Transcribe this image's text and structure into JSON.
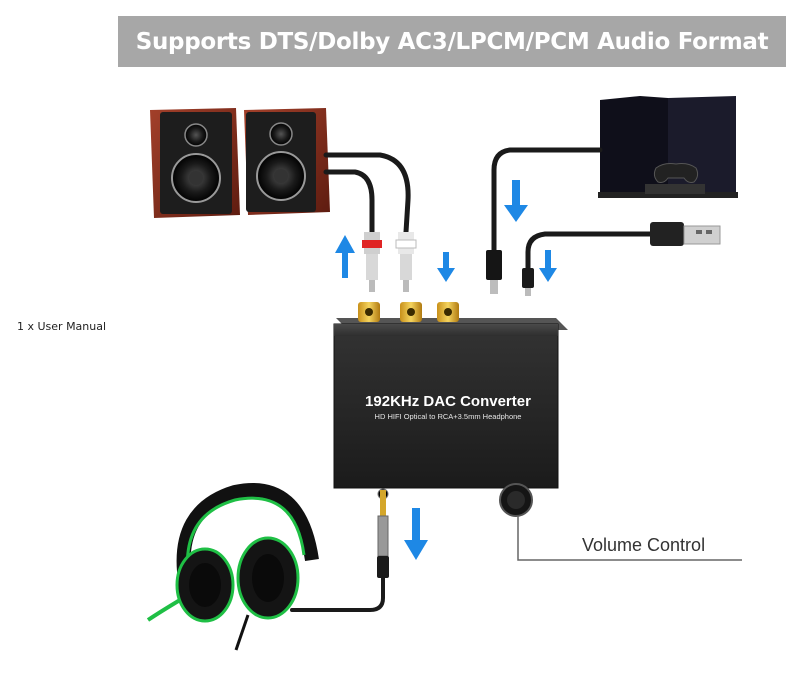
{
  "banner": {
    "text": "Supports DTS/Dolby AC3/LPCM/PCM Audio Format"
  },
  "side_note": {
    "text": "1 x User Manual"
  },
  "device": {
    "title": "192KHz DAC Converter",
    "subtitle": "HD HIFI Optical to RCA+3.5mm Headphone"
  },
  "callout": {
    "volume_label": "Volume Control"
  },
  "colors": {
    "banner_bg": "#a7a7a7",
    "arrow_blue": "#1e88e5",
    "device_body": "#2b2b2b",
    "speaker_wood": "#8b2f1c",
    "headphone_green": "#1fbf45"
  },
  "icons": [
    "speaker-pair",
    "game-console",
    "usb-cable",
    "headphones",
    "rca-jack",
    "optical-jack",
    "volume-knob"
  ]
}
